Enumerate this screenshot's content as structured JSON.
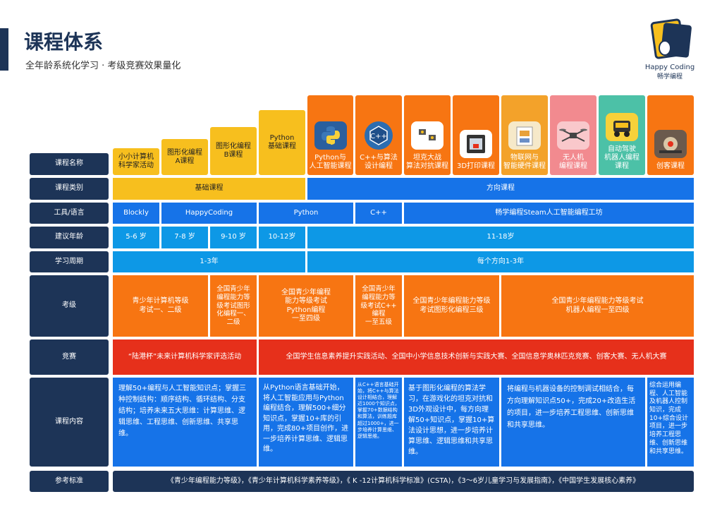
{
  "header": {
    "title": "课程体系",
    "subtitle": "全年龄系统化学习 · 考级竞赛效果量化",
    "logo_text": "Happy Coding",
    "logo_cn": "畅学编程"
  },
  "row_labels": [
    "课程名称",
    "课程类别",
    "工具/语言",
    "建议年龄",
    "学习周期",
    "考级",
    "竞赛",
    "课程内容",
    "参考标准"
  ],
  "courses": [
    {
      "label": "小小计算机\n科学家活动",
      "icon": "none"
    },
    {
      "label": "图形化编程\nA课程",
      "icon": "none"
    },
    {
      "label": "图形化编程\nB课程",
      "icon": "none"
    },
    {
      "label": "Python\n基础课程",
      "icon": "none"
    },
    {
      "label": "Python与\n人工智能课程",
      "icon": "python-icon"
    },
    {
      "label": "C++与算法\n设计编程",
      "icon": "cpp-icon"
    },
    {
      "label": "坦克大战\n算法对抗课程",
      "icon": "tank-icon"
    },
    {
      "label": "3D打印课程",
      "icon": "3d-printer-icon"
    },
    {
      "label": "物联网与\n智能硬件课程",
      "icon": "iot-icon"
    },
    {
      "label": "无人机\n编程课程",
      "icon": "drone-icon"
    },
    {
      "label": "自动驾驶\n机器人编程\n课程",
      "icon": "robot-car-icon"
    },
    {
      "label": "创客课程",
      "icon": "maker-icon"
    }
  ],
  "category": {
    "basic": "基础课程",
    "direction": "方向课程"
  },
  "tools": [
    "Blockly",
    "HappyCoding",
    "Python",
    "C++",
    "畅学编程Steam人工智能编程工坊"
  ],
  "ages": [
    "5-6 岁",
    "7-8 岁",
    "9-10 岁",
    "10-12岁",
    "11-18岁"
  ],
  "period": {
    "basic": "1-3年",
    "direction": "每个方向1-3年"
  },
  "exams": [
    "青少年计算机等级\n考试一、二级",
    "全国青少年\n编程能力等\n级考试图形\n化编程一、\n二级",
    "全国青少年编程\n能力等级考试\nPython编程\n一至四级",
    "全国青少年\n编程能力等\n级考试C++\n编程\n一至五级",
    "全国青少年编程能力等级\n考试图形化编程三级",
    "全国青少年编程能力等级考试\n机器人编程一至四级"
  ],
  "competitions": [
    "“陆港杯”未来计算机科学家评选活动",
    "全国学生信息素养提升实践活动、全国中小学信息技术创新与实践大赛、全国信息学奥林匹克竞赛、创客大赛、无人机大赛"
  ],
  "contents": [
    "理解50+编程与人工智能知识点；掌握三种控制结构：顺序结构、循环结构、分支结构；培养未来五大思维：计算思维、逻辑思维、工程思维、创新思维、共享思维。",
    "从Python语言基础开始，将人工智能应用与Python编程结合，理解500+细分知识点，掌握10+库的引用，完成80+项目创作，进一步培养计算思维、逻辑思维。",
    "从C++语言基础开始，将C++与算法设计相结合，理解近1000个知识点，掌握70+数据结构和算法，训练题库超过1000+，进一步培养计算思维、逻辑思维。",
    "基于图形化编程的算法学习，在游戏化的坦克对抗和3D外观设计中，每方向理解50+知识点，掌握10+算法设计思想，进一步培养计算思维、逻辑思维和共享思维。",
    "将编程与机器设备的控制调试相结合，每方向理解知识点50+，完成20+改造生活的项目，进一步培养工程思维、创新思维和共享思维。",
    "综合运用编程、人工智能及机器人控制知识，完成10+综合设计项目，进一步培养工程思维、创新思维和共享思维。"
  ],
  "reference": "《青少年编程能力等级》，《青少年计算机科学素养等级》，《 K -12计算机科学标准》(CSTA)，《3～6岁儿童学习与发展指南》，《中国学生发展核心素养》",
  "colors": {
    "navy": "#1d3457",
    "yellow": "#f7bf1e",
    "blue": "#1673e8",
    "lightblue": "#0d98e6",
    "orange": "#f77512",
    "red": "#e6301b"
  }
}
